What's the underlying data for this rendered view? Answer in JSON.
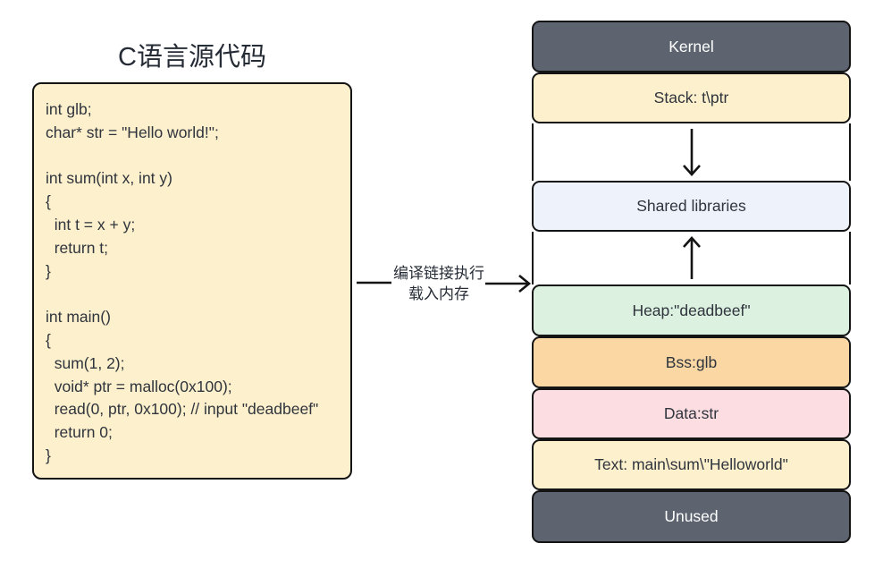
{
  "title": "C语言源代码",
  "code": {
    "text": "int glb;\nchar* str = \"Hello world!\";\n\nint sum(int x, int y)\n{\n  int t = x + y;\n  return t;\n}\n\nint main()\n{\n  sum(1, 2);\n  void* ptr = malloc(0x100);\n  read(0, ptr, 0x100); // input \"deadbeef\"\n  return 0;\n}"
  },
  "connector": {
    "label_line1": "编译链接执行",
    "label_line2": "载入内存"
  },
  "memory": {
    "segments": [
      {
        "name": "kernel",
        "type": "box",
        "label": "Kernel",
        "bg": "#5d6470",
        "fg": "#ffffff",
        "height": 58
      },
      {
        "name": "stack",
        "type": "box",
        "label": "Stack: t\\ptr",
        "bg": "#fdf0cc",
        "fg": "#2f343d",
        "height": 57
      },
      {
        "name": "gap-stack-growth",
        "type": "gap",
        "arrow": "down",
        "height": 64
      },
      {
        "name": "shared-libraries",
        "type": "box",
        "label": "Shared libraries",
        "bg": "#edf2fb",
        "fg": "#2f343d",
        "height": 57
      },
      {
        "name": "gap-heap-growth",
        "type": "gap",
        "arrow": "up",
        "height": 59
      },
      {
        "name": "heap",
        "type": "box",
        "label": "Heap:\"deadbeef\"",
        "bg": "#dcf1e0",
        "fg": "#2f343d",
        "height": 58
      },
      {
        "name": "bss",
        "type": "box",
        "label": "Bss:glb",
        "bg": "#fad7a3",
        "fg": "#2f343d",
        "height": 58
      },
      {
        "name": "data",
        "type": "box",
        "label": "Data:str",
        "bg": "#fcdee2",
        "fg": "#2f343d",
        "height": 57
      },
      {
        "name": "text",
        "type": "box",
        "label": "Text: main\\sum\\\"Helloworld\"",
        "bg": "#fdf0cc",
        "fg": "#2f343d",
        "height": 57
      },
      {
        "name": "unused",
        "type": "box",
        "label": "Unused",
        "bg": "#5d6470",
        "fg": "#ffffff",
        "height": 59
      }
    ]
  },
  "colors": {
    "border": "#141414",
    "kernel_bg": "#5d6470",
    "cream_bg": "#fdf0cc",
    "shared_lib_bg": "#edf2fb",
    "heap_bg": "#dcf1e0",
    "bss_bg": "#fad7a3",
    "data_bg": "#fcdee2"
  }
}
